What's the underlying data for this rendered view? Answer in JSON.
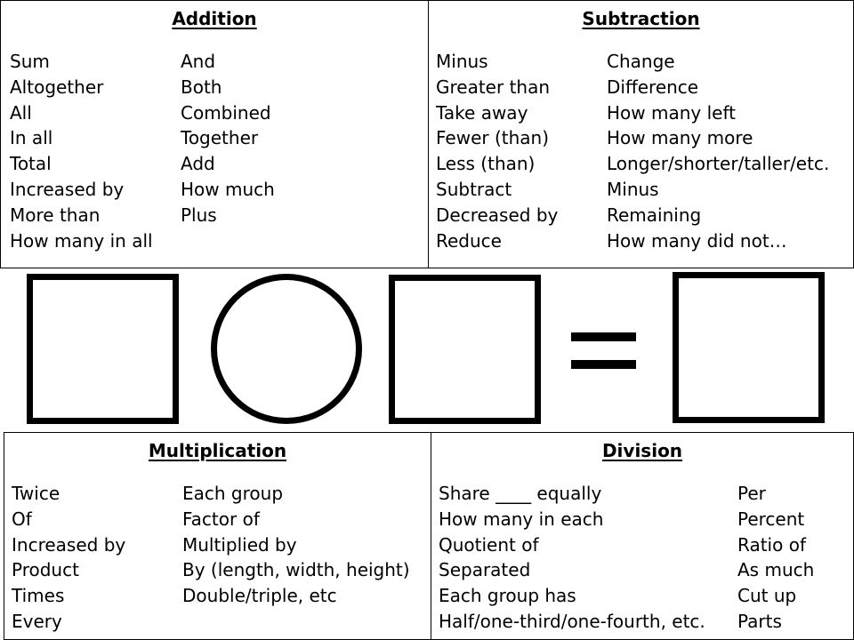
{
  "addition": {
    "title": "Addition",
    "left": [
      "Sum",
      "Altogether",
      "All",
      "In all",
      "Total",
      "Increased by",
      "More than",
      "How many in all"
    ],
    "right": [
      "And",
      "Both",
      "Combined",
      "Together",
      "Add",
      "How much",
      "Plus"
    ]
  },
  "subtraction": {
    "title": "Subtraction",
    "left": [
      "Minus",
      "Greater than",
      "Take away",
      "Fewer (than)",
      "Less (than)",
      "Subtract",
      "Decreased by",
      "Reduce"
    ],
    "right": [
      "Change",
      "Difference",
      "How many left",
      "How many more",
      "Longer/shorter/taller/etc.",
      "Minus",
      "Remaining",
      "How many did not…"
    ]
  },
  "equation": {
    "equals_sign": "="
  },
  "multiplication": {
    "title": "Multiplication",
    "left": [
      "Twice",
      "Of",
      "Increased by",
      "Product",
      "Times",
      "Every"
    ],
    "right": [
      "Each group",
      "Factor of",
      "Multiplied by",
      "By (length, width, height)",
      "Double/triple, etc"
    ]
  },
  "division": {
    "title": "Division",
    "left": [
      "Share ____ equally",
      "How many in each",
      "Quotient of",
      "Separated",
      "Each group has",
      "Half/one-third/one-fourth, etc."
    ],
    "right": [
      "Per",
      "Percent",
      "Ratio of",
      "As much",
      "Cut up",
      "Parts"
    ]
  }
}
